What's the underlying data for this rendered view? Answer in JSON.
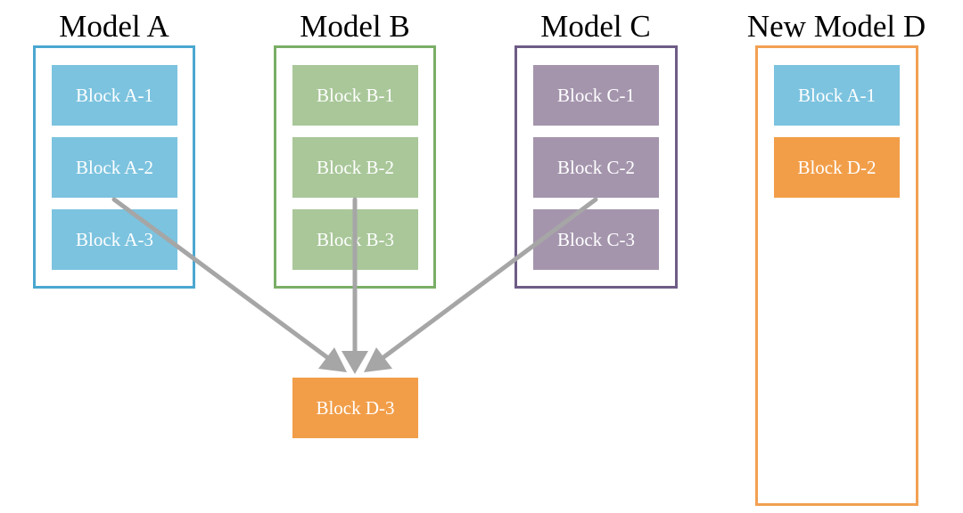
{
  "colors": {
    "model_a": "#4aa8d0",
    "model_b": "#7aae66",
    "model_c": "#6e5c86",
    "model_d": "#f2a052",
    "block_a": "#7cc3df",
    "block_b": "#a9c799",
    "block_c": "#a495ad",
    "block_d": "#f29e49",
    "arrow": "#a6a6a6"
  },
  "models": {
    "a": {
      "title": "Model A",
      "blocks": [
        "Block A-1",
        "Block A-2",
        "Block A-3"
      ]
    },
    "b": {
      "title": "Model B",
      "blocks": [
        "Block B-1",
        "Block B-2",
        "Block B-3"
      ]
    },
    "c": {
      "title": "Model C",
      "blocks": [
        "Block C-1",
        "Block C-2",
        "Block C-3"
      ]
    },
    "d": {
      "title": "New Model D",
      "blocks": [
        "Block A-1",
        "Block D-2"
      ]
    }
  },
  "merged_block": {
    "label": "Block D-3"
  },
  "connections": [
    {
      "from": "Block A-2",
      "to": "Block D-3"
    },
    {
      "from": "Block B-2",
      "to": "Block D-3"
    },
    {
      "from": "Block C-2",
      "to": "Block D-3"
    }
  ]
}
